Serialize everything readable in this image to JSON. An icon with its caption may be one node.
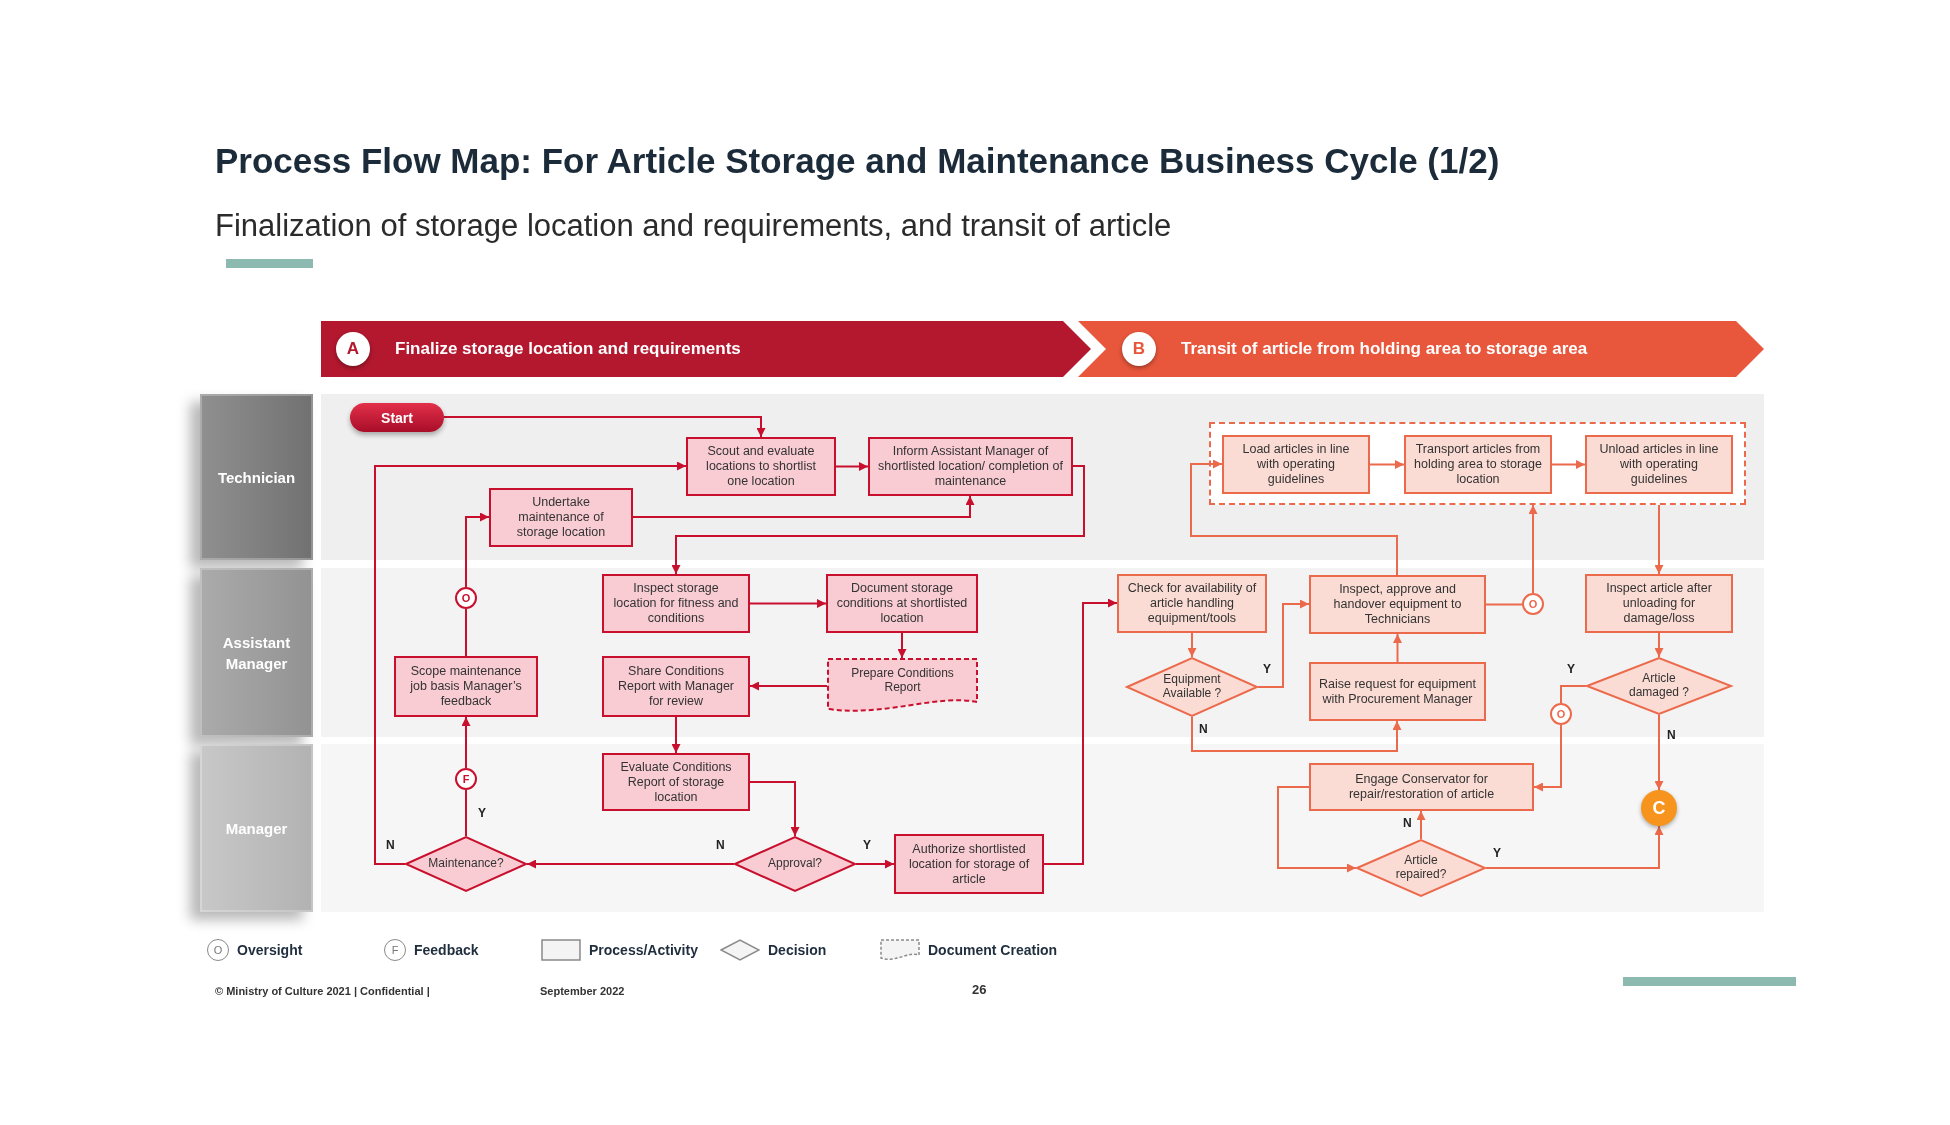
{
  "diagram": {
    "title": "Process Flow Map: For Article Storage and Maintenance Business Cycle (1/2)",
    "nodes": [
      {
        "text": [
          "A",
          "Finalize storage location and requirements"
        ]
      },
      {
        "text": [
          "B",
          "Transit of article from holding area to storage area"
        ]
      },
      {
        "text": [
          "Technician"
        ]
      },
      {
        "text": [
          "Assistant Manager"
        ]
      },
      {
        "text": [
          "Manager"
        ]
      },
      {
        "text": [
          "Start"
        ]
      },
      {
        "text": [
          "Scout and evaluate locations to shortlist one location"
        ]
      },
      {
        "text": [
          "Inform Assistant Manager of shortlisted location/ completion of maintenance"
        ]
      },
      {
        "text": [],
        "shape": "box"
      },
      {
        "text": [
          "Load articles in line with operating guidelines"
        ],
        "in": 8
      },
      {
        "text": [
          "Transport articles from holding area to storage location"
        ],
        "in": 8
      },
      {
        "text": [
          "Unload articles in line with operating guidelines"
        ],
        "in": 8
      },
      {
        "text": [
          "Undertake maintenance of storage location"
        ]
      },
      {
        "text": [
          "O"
        ]
      },
      {
        "text": [
          "Inspect storage location for fitness and conditions"
        ]
      },
      {
        "text": [
          "Document storage conditions at shortlisted location"
        ]
      },
      {
        "text": [
          "Check for availability of article handling equipment/tools"
        ]
      },
      {
        "text": [
          "Inspect, approve and handover equipment to Technicians"
        ]
      },
      {
        "text": [
          "O"
        ]
      },
      {
        "text": [
          "Inspect article after unloading for damage/loss"
        ]
      },
      {
        "text": [
          "Scope maintenance job basis Manager’s feedback"
        ]
      },
      {
        "text": [
          "Share Conditions Report with Manager for review"
        ]
      },
      {
        "text": [
          "Prepare Conditions Report"
        ]
      },
      {
        "text": [
          "Equipment Available ?"
        ]
      },
      {
        "text": [
          "Raise request for equipment with Procurement Manager"
        ]
      },
      {
        "text": [
          "Article damaged ?"
        ]
      },
      {
        "text": [
          "O"
        ]
      },
      {
        "text": [
          "F"
        ]
      },
      {
        "text": [
          "Evaluate Conditions Report of storage location"
        ]
      },
      {
        "text": [
          "Engage Conservator for repair/restoration of article"
        ]
      },
      {
        "text": [
          "C"
        ]
      },
      {
        "text": [
          "Maintenance?"
        ]
      },
      {
        "text": [
          "Approval?"
        ]
      },
      {
        "text": [
          "Authorize shortlisted location for storage of article"
        ]
      },
      {
        "text": [
          "Article repaired?"
        ]
      }
    ],
    "edges": [
      {
        "from": 5,
        "to": 6,
        "arrow": "to"
      },
      {
        "from": 6,
        "to": 7,
        "arrow": "to"
      },
      {
        "from": 7,
        "to": 14,
        "arrow": "to"
      },
      {
        "from": 12,
        "to": 7,
        "arrow": "to"
      },
      {
        "from": 14,
        "to": 15,
        "arrow": "to"
      },
      {
        "from": 15,
        "to": 22,
        "arrow": "to"
      },
      {
        "from": 22,
        "to": 21,
        "arrow": "to"
      },
      {
        "from": 21,
        "to": 28,
        "arrow": "to"
      },
      {
        "from": 28,
        "to": 32,
        "arrow": "to"
      },
      {
        "from": 32,
        "to": 33,
        "arrow": "to",
        "label": "Y"
      },
      {
        "from": 32,
        "to": 31,
        "arrow": "to",
        "label": "N"
      },
      {
        "from": 31,
        "to": 27,
        "arrow": "none",
        "label": "Y"
      },
      {
        "from": 27,
        "to": 20,
        "arrow": "to"
      },
      {
        "from": 20,
        "to": 13,
        "arrow": "none"
      },
      {
        "from": 13,
        "to": 12,
        "arrow": "to"
      },
      {
        "from": 31,
        "to": 6,
        "arrow": "to",
        "label": "N"
      },
      {
        "from": 33,
        "to": 16,
        "arrow": "to"
      },
      {
        "from": 16,
        "to": 23,
        "arrow": "to",
        "color": "#ec6a4c"
      },
      {
        "from": 23,
        "to": 17,
        "arrow": "to",
        "label": "Y",
        "color": "#ec6a4c"
      },
      {
        "from": 23,
        "to": 24,
        "arrow": "to",
        "label": "N",
        "color": "#ec6a4c"
      },
      {
        "from": 24,
        "to": 17,
        "arrow": "to",
        "color": "#ec6a4c"
      },
      {
        "from": 17,
        "to": 9,
        "arrow": "to",
        "color": "#ec6a4c"
      },
      {
        "from": 17,
        "to": 18,
        "arrow": "none",
        "color": "#ec6a4c"
      },
      {
        "from": 18,
        "to": 8,
        "arrow": "to",
        "color": "#ec6a4c"
      },
      {
        "from": 9,
        "to": 10,
        "arrow": "to",
        "color": "#ec6a4c"
      },
      {
        "from": 10,
        "to": 11,
        "arrow": "to",
        "color": "#ec6a4c"
      },
      {
        "from": 8,
        "to": 19,
        "arrow": "to",
        "color": "#ec6a4c"
      },
      {
        "from": 19,
        "to": 25,
        "arrow": "to",
        "color": "#ec6a4c"
      },
      {
        "from": 25,
        "to": 26,
        "arrow": "none",
        "label": "Y",
        "color": "#ec6a4c"
      },
      {
        "from": 26,
        "to": 29,
        "arrow": "to",
        "color": "#ec6a4c"
      },
      {
        "from": 25,
        "to": 30,
        "arrow": "to",
        "label": "N",
        "color": "#ec6a4c"
      },
      {
        "from": 34,
        "to": 29,
        "arrow": "to",
        "label": "N",
        "color": "#ec6a4c"
      },
      {
        "from": 29,
        "to": 34,
        "arrow": "to",
        "color": "#ec6a4c"
      },
      {
        "from": 34,
        "to": 30,
        "arrow": "to",
        "label": "Y",
        "color": "#ec6a4c"
      }
    ],
    "labels": [
      "Finalization of storage location and requirements, and transit of article",
      "O",
      "F",
      "© Ministry of Culture 2021 | Confidential |",
      "September 2022",
      "26"
    ],
    "legend": [
      {
        "text": "Oversight"
      },
      {
        "text": "Feedback"
      },
      {
        "text": "Process/Activity"
      },
      {
        "text": "Decision"
      },
      {
        "text": "Document Creation"
      }
    ]
  }
}
